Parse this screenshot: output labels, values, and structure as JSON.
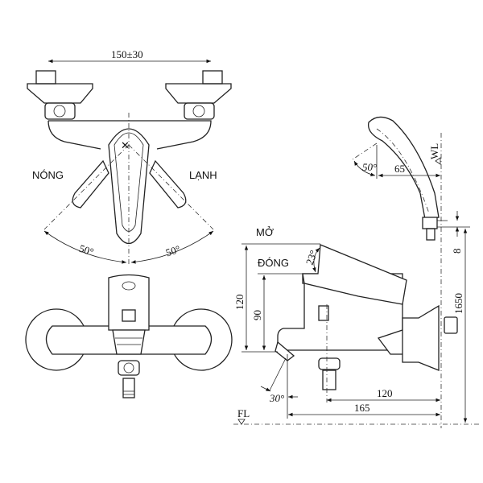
{
  "top_view": {
    "width_dimension": "150±30",
    "hot_label": "NÓNG",
    "cold_label": "LẠNH",
    "hot_angle": "50°",
    "cold_angle": "50°"
  },
  "side_view": {
    "open_label": "MỞ",
    "closed_label": "ĐÓNG",
    "lever_angle": "23°",
    "open_height": "120",
    "closed_height": "90",
    "spout_angle": "30°",
    "spout_projection": "120",
    "total_projection": "165",
    "floor_level": "FL",
    "water_level": "WL",
    "shower_angle": "50°",
    "shower_offset": "65",
    "holder_offset": "8",
    "mount_height": "1650"
  }
}
